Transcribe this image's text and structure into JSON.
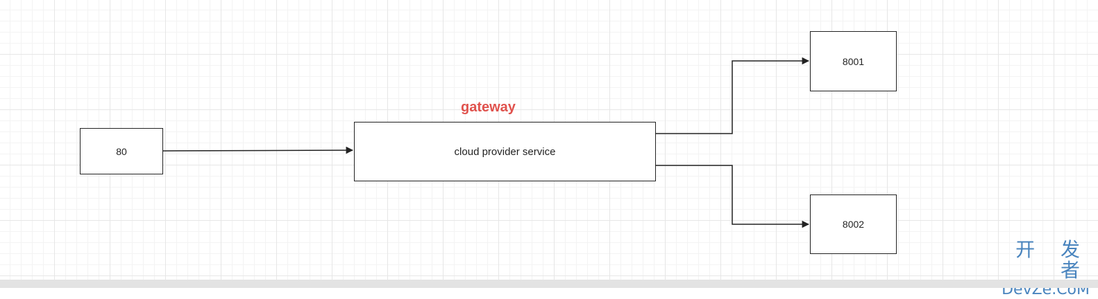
{
  "diagram": {
    "title": "gateway",
    "nodes": {
      "client": "80",
      "gateway": "cloud provider service",
      "provider_a": "8001",
      "provider_b": "8002"
    },
    "edges": [
      {
        "from": "80",
        "to": "cloud provider service"
      },
      {
        "from": "cloud provider service",
        "to": "8001"
      },
      {
        "from": "cloud provider service",
        "to": "8002"
      }
    ]
  },
  "watermark": {
    "line1": "开 发 者",
    "line2": "DevZe.CoM"
  },
  "colors": {
    "title": "#e0524d",
    "stroke": "#222222",
    "watermark": "#2a6fb3"
  }
}
